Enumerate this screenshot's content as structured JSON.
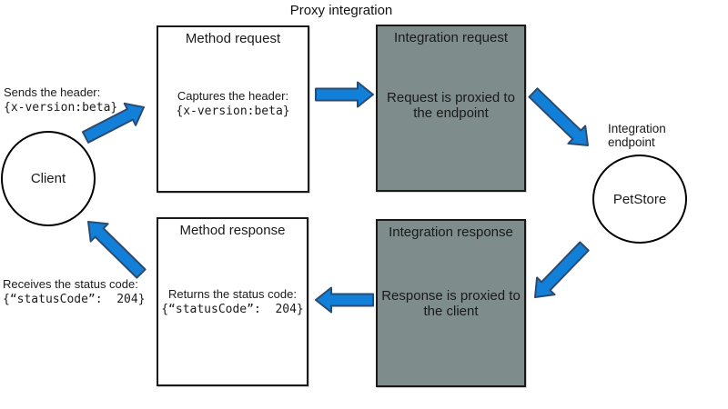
{
  "title": "Proxy integration",
  "colors": {
    "arrow_fill": "#1280D9",
    "arrow_outline": "#2B4B6F",
    "integration_box_fill": "#7F8C8C",
    "method_box_fill": "#FFFFFF",
    "border": "#1A1A1A"
  },
  "client": {
    "label": "Client",
    "sends": {
      "text": "Sends the header:",
      "code": "{x-version:beta}"
    },
    "receives": {
      "text": "Receives the status code:",
      "code": "{“statusCode”:  204}"
    }
  },
  "endpoint": {
    "caption_line1": "Integration",
    "caption_line2": "endpoint",
    "label": "PetStore"
  },
  "boxes": {
    "method_request": {
      "title": "Method request",
      "body_text": "Captures the header:",
      "body_code": "{x-version:beta}"
    },
    "integration_request": {
      "title": "Integration request",
      "body_line1": "Request is proxied to",
      "body_line2": "the endpoint"
    },
    "integration_response": {
      "title": "Integration response",
      "body_line1": "Response is proxied to",
      "body_line2": "the client"
    },
    "method_response": {
      "title": "Method response",
      "body_text": "Returns the status code:",
      "body_code": "{“statusCode”:  204}"
    }
  },
  "arrows": [
    "client-to-method-request",
    "method-request-to-integration-request",
    "integration-request-to-integration-endpoint",
    "integration-endpoint-to-integration-response",
    "integration-response-to-method-response",
    "method-response-to-client"
  ]
}
